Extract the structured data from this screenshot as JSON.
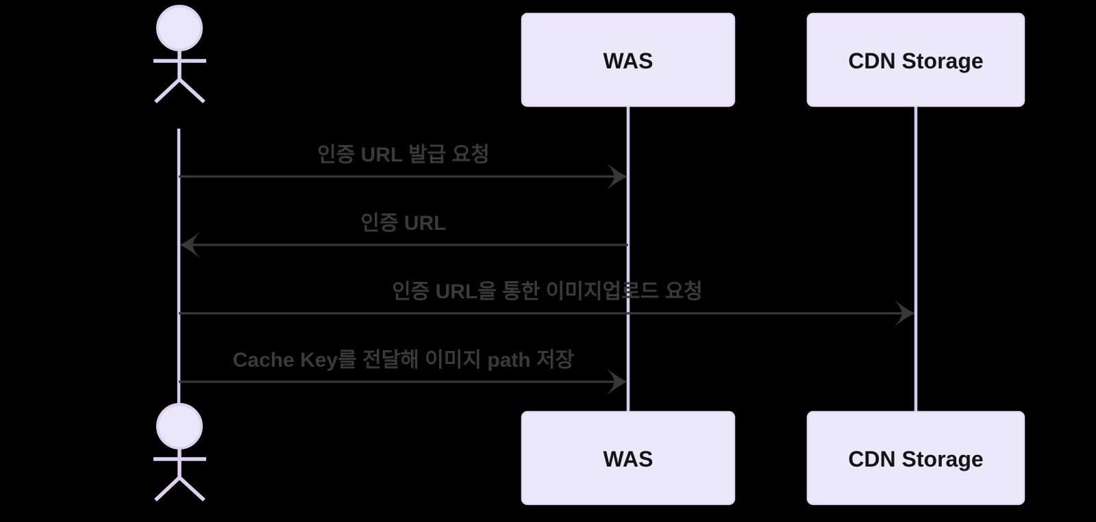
{
  "diagram": {
    "type": "sequence",
    "participants": [
      {
        "kind": "actor",
        "label": ""
      },
      {
        "kind": "participant",
        "label": "WAS"
      },
      {
        "kind": "participant",
        "label": "CDN Storage"
      }
    ],
    "messages": [
      {
        "from": "actor",
        "to": "WAS",
        "direction": "right",
        "label": "인증 URL 발급 요청"
      },
      {
        "from": "WAS",
        "to": "actor",
        "direction": "left",
        "label": "인증 URL"
      },
      {
        "from": "actor",
        "to": "CDN Storage",
        "direction": "right",
        "label": "인증 URL을 통한 이미지업로드 요청"
      },
      {
        "from": "actor",
        "to": "WAS",
        "direction": "right",
        "label": "Cache Key를 전달해 이미지 path 저장"
      }
    ]
  },
  "colors": {
    "background": "#000000",
    "box_fill": "#EBE8F9",
    "box_border": "#E3D9F3",
    "box_text": "#141414",
    "lifeline": "#D8CCEE",
    "actor_stroke": "#DCD2F0",
    "actor_head_fill": "#EAE7FA",
    "message_line": "#383838",
    "message_text": "#3A3A3A"
  }
}
